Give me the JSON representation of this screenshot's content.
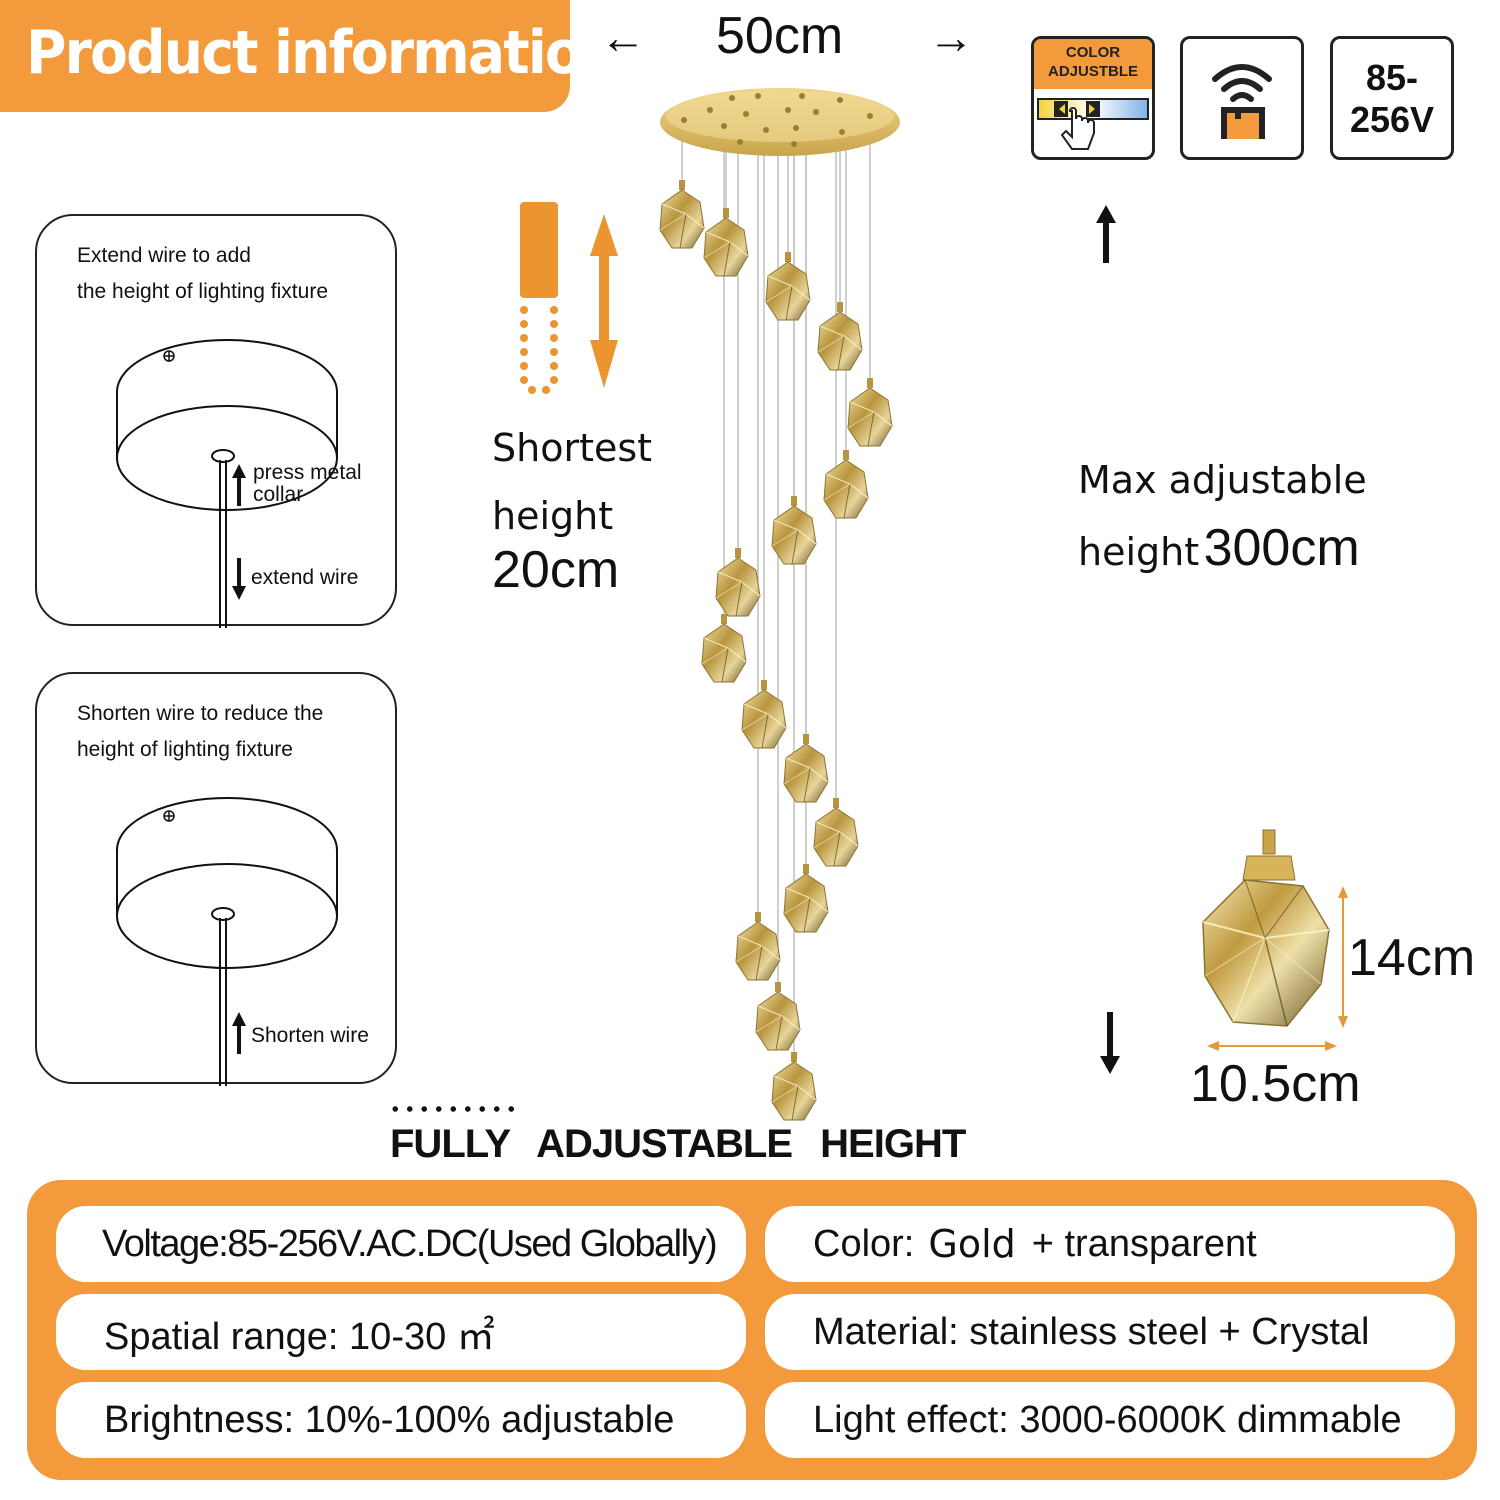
{
  "header": {
    "title": "Product information"
  },
  "dimensions": {
    "width_label": "50cm",
    "left_arrow": "←",
    "right_arrow": "→",
    "shortest_line1": "Shortest",
    "shortest_line2": "height",
    "shortest_value": "20cm",
    "max_line1": "Max adjustable",
    "max_line2": "height",
    "max_value": "300cm",
    "pendant_height": "14cm",
    "pendant_width": "10.5cm"
  },
  "features": {
    "color_adjust_line1": "COLOR",
    "color_adjust_line2": "ADJUSTBLE",
    "voltage_line1": "85-",
    "voltage_line2": "256V"
  },
  "panels": {
    "extend": {
      "line1": "Extend wire to add",
      "line2": "the height of lighting fixture",
      "press_line1": "press metal",
      "press_line2": "collar",
      "extend_label": "extend wire"
    },
    "shorten": {
      "line1": "Shorten wire to reduce the",
      "line2": "height of lighting fixture",
      "shorten_label": "Shorten wire"
    }
  },
  "fully_adjustable": "FULLY ADJUSTABLE  HEIGHT",
  "specs": {
    "voltage": "Voltage:85-256V.AC.DC(Used Globally)",
    "color_prefix": "Color:",
    "color_value": "Gold",
    "color_suffix": "+ transparent",
    "spatial": "Spatial range: 10-30 ㎡",
    "material": "Material: stainless steel + Crystal",
    "brightness": "Brightness: 10%-100% adjustable",
    "light_effect": "Light effect: 3000-6000K dimmable"
  },
  "colors": {
    "accent": "#f39a3c",
    "gold": "#c9a54a",
    "text": "#111111"
  }
}
